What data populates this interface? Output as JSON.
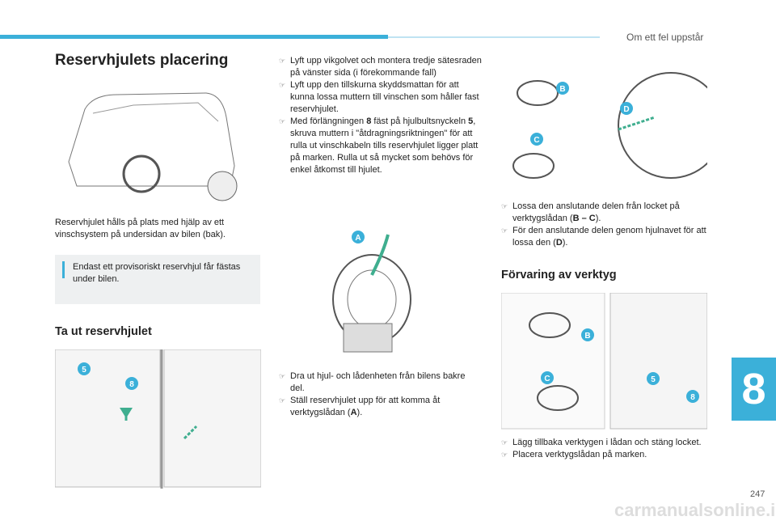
{
  "header": {
    "section": "Om ett fel uppstår"
  },
  "title": "Reservhjulets placering",
  "intro": "Reservhjulet hålls på plats med hjälp av ett vinschsystem på undersidan av bilen (bak).",
  "note": "Endast ett provisoriskt reservhjul får fästas under bilen.",
  "remove_heading": "Ta ut reservhjulet",
  "steps1": [
    "Lyft upp vikgolvet och montera tredje sätesraden på vänster sida (i förekommande fall)",
    "Lyft upp den tillskurna skyddsmattan för att kunna lossa muttern till vinschen som håller fast reservhjulet."
  ],
  "step3": {
    "a": "Med förlängningen ",
    "b": "8",
    "c": " fäst på hjulbultsnyckeln ",
    "d": "5",
    "e": ", skruva muttern i \"åtdragningsriktningen\" för att rulla ut vinschkabeln tills reservhjulet ligger platt på marken. Rulla ut så mycket som behövs för enkel åtkomst till hjulet."
  },
  "steps_mid": {
    "s1": "Dra ut hjul- och lådenheten från bilens bakre del.",
    "s2a": "Ställ reservhjulet upp för att komma åt verktygslådan (",
    "s2b": "A",
    "s2c": ")."
  },
  "steps_right": {
    "s1a": "Lossa den anslutande delen från locket på verktygslådan (",
    "s1b": "B – C",
    "s1c": ").",
    "s2a": "För den anslutande delen genom hjulnavet för att lossa den (",
    "s2b": "D",
    "s2c": ")."
  },
  "storage_heading": "Förvaring av verktyg",
  "steps_storage": [
    "Lägg tillbaka verktygen i lådan och stäng locket.",
    "Placera verktygslådan på marken."
  ],
  "labels": {
    "a": "A",
    "b": "B",
    "c": "C",
    "d": "D",
    "five": "5",
    "eight": "8"
  },
  "chapter_tab": "8",
  "page_number": "247",
  "watermark": "carmanualsonline.info",
  "colors": {
    "accent": "#3bb0d9",
    "arrow": "#3fae8f"
  }
}
